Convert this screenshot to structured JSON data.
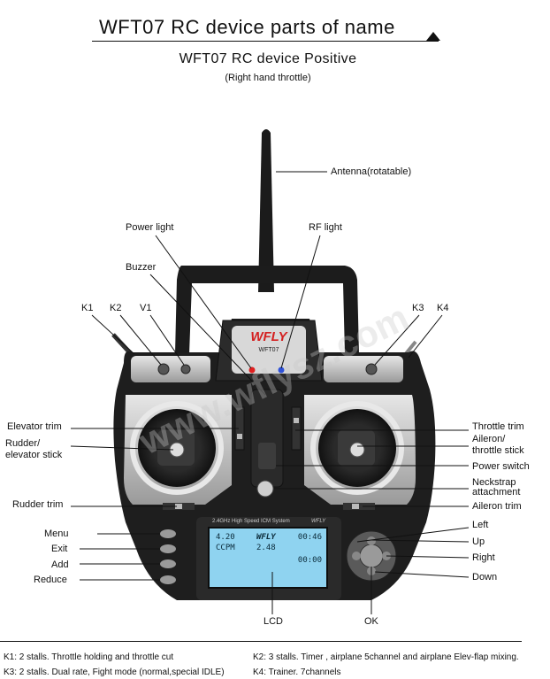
{
  "header": {
    "title": "WFT07 RC device parts of name",
    "subtitle": "WFT07 RC device Positive",
    "note": "(Right hand throttle)"
  },
  "device": {
    "brand": "WFLY",
    "model": "WFT07",
    "banner": "2.4GHz High Speed ICM System",
    "logo_small": "WFLY",
    "watermark": "www.wflysz.com",
    "lcd": {
      "line1_left": "4.20",
      "line1_mid": "WFLY",
      "line1_right": "00:46",
      "line2_left": "CCPM",
      "line2_mid": "2.48",
      "line3_right": "00:00"
    }
  },
  "labels": {
    "antenna": "Antenna(rotatable)",
    "power_light": "Power light",
    "rf_light": "RF light",
    "buzzer": "Buzzer",
    "k1": "K1",
    "k2": "K2",
    "v1": "V1",
    "k3": "K3",
    "k4": "K4",
    "elevator_trim": "Elevator trim",
    "rudder_elevator_stick_1": "Rudder/",
    "rudder_elevator_stick_2": "elevator stick",
    "rudder_trim": "Rudder trim",
    "menu": "Menu",
    "exit": "Exit",
    "add": "Add",
    "reduce": "Reduce",
    "throttle_trim": "Throttle trim",
    "aileron_throttle_stick_1": "Aileron/",
    "aileron_throttle_stick_2": "throttle stick",
    "power_switch": "Power switch",
    "neckstrap_1": "Neckstrap",
    "neckstrap_2": "attachment",
    "aileron_trim": "Aileron trim",
    "left": "Left",
    "up": "Up",
    "right": "Right",
    "down": "Down",
    "lcd": "LCD",
    "ok": "OK"
  },
  "footnotes": {
    "k1": "K1: 2 stalls. Throttle holding and throttle cut",
    "k2": "K2: 3 stalls. Timer , airplane 5channel and airplane Elev-flap mixing.",
    "k3": "K3: 2 stalls. Dual rate, Fight mode (normal,special IDLE)",
    "k4": "K4: Trainer. 7channels"
  },
  "colors": {
    "body": "#1e1e1e",
    "silver": "#c8c8c8",
    "lcd": "#8fd3f0",
    "brand_red": "#d42020"
  }
}
